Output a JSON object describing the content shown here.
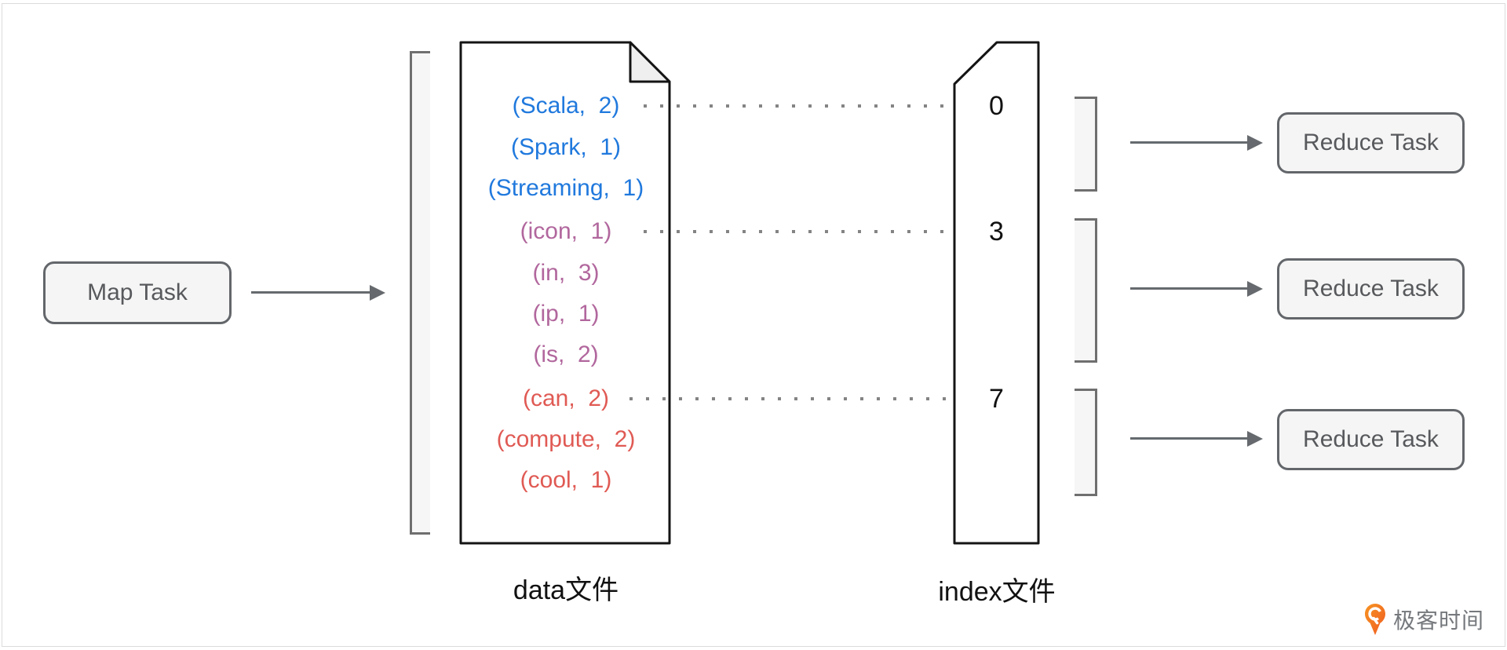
{
  "map_task": {
    "label": "Map Task"
  },
  "data_file": {
    "caption": "data文件",
    "rows": [
      {
        "text": "(Scala,  2)",
        "group": "blue"
      },
      {
        "text": "(Spark,  1)",
        "group": "blue"
      },
      {
        "text": "(Streaming,  1)",
        "group": "blue"
      },
      {
        "text": "(icon,  1)",
        "group": "plum"
      },
      {
        "text": "(in,  3)",
        "group": "plum"
      },
      {
        "text": "(ip,  1)",
        "group": "plum"
      },
      {
        "text": "(is,  2)",
        "group": "plum"
      },
      {
        "text": "(can,  2)",
        "group": "red"
      },
      {
        "text": "(compute,  2)",
        "group": "red"
      },
      {
        "text": "(cool,  1)",
        "group": "red"
      }
    ]
  },
  "index_file": {
    "caption": "index文件",
    "offsets": [
      "0",
      "3",
      "7"
    ]
  },
  "reduce_tasks": [
    {
      "label": "Reduce Task"
    },
    {
      "label": "Reduce Task"
    },
    {
      "label": "Reduce Task"
    }
  ],
  "brand": {
    "text": "极客时间"
  },
  "colors": {
    "blue_rows": "#2079dd",
    "plum_rows": "#b1679d",
    "red_rows": "#e05a54",
    "box_fill": "#f5f5f5",
    "box_border": "#63666a",
    "doc_stroke": "#141414",
    "bracket": "#6f6f6f",
    "dots": "#848484",
    "brand_orange": "#f26d21"
  }
}
